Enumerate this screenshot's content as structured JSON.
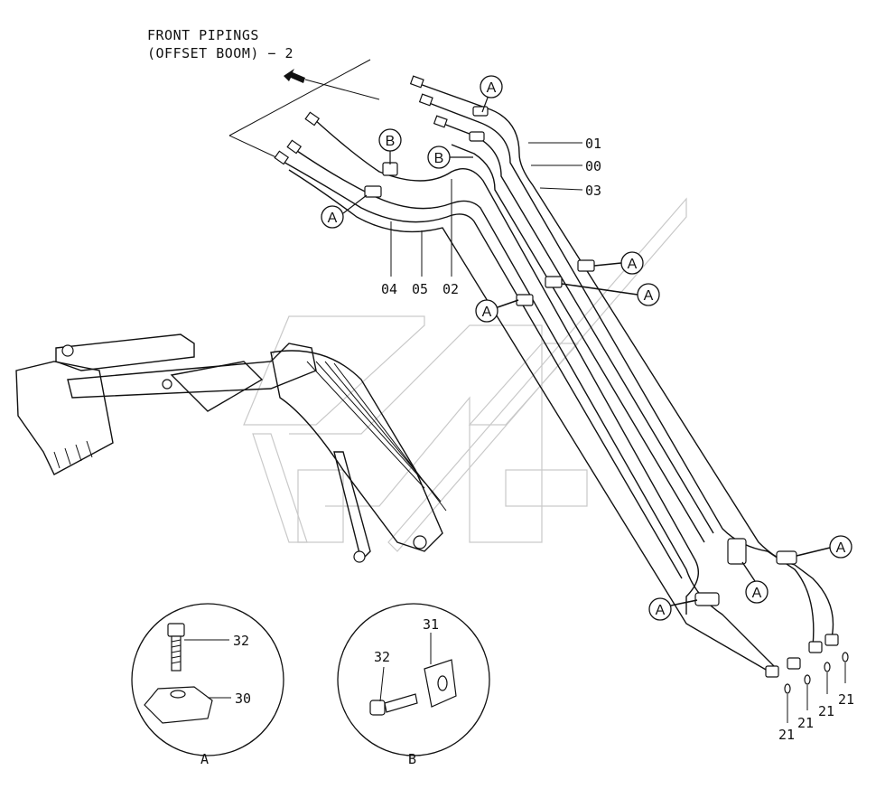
{
  "title": {
    "line1": "FRONT PIPINGS",
    "line2": "(OFFSET BOOM) − 2"
  },
  "pipe_labels": [
    "01",
    "00",
    "03",
    "04",
    "05",
    "02"
  ],
  "bubble_letters": {
    "a": "A",
    "b": "B"
  },
  "fitting_label": "21",
  "detail_a": {
    "bolt": "32",
    "clamp": "30",
    "caption": "A"
  },
  "detail_b": {
    "bolt": "32",
    "clamp": "31",
    "caption": "B"
  }
}
